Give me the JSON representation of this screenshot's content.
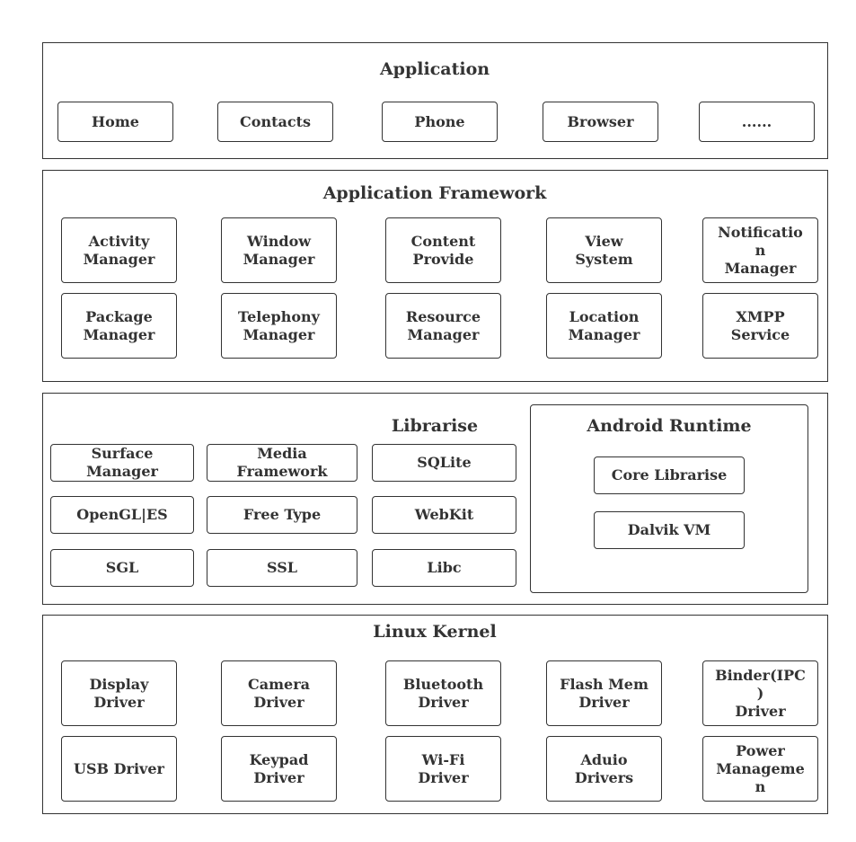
{
  "layers": {
    "application": {
      "title": "Application",
      "boxes": [
        "Home",
        "Contacts",
        "Phone",
        "Browser",
        "......"
      ]
    },
    "framework": {
      "title": "Application Framework",
      "boxes": [
        "Activity\nManager",
        "Window\nManager",
        "Content\nProvide",
        "View\nSystem",
        "Notificatio\nn\nManager",
        "Package\nManager",
        "Telephony\nManager",
        "Resource\nManager",
        "Location\nManager",
        "XMPP\nService"
      ]
    },
    "libraries": {
      "title": "Librarise",
      "boxes": [
        "Surface\nManager",
        "Media\nFramework",
        "SQLite",
        "OpenGL|ES",
        "Free Type",
        "WebKit",
        "SGL",
        "SSL",
        "Libc"
      ]
    },
    "runtime": {
      "title": "Android Runtime",
      "boxes": [
        "Core Librarise",
        "Dalvik VM"
      ]
    },
    "kernel": {
      "title": "Linux Kernel",
      "boxes": [
        "Display\nDriver",
        "Camera\nDriver",
        "Bluetooth\nDriver",
        "Flash Mem\nDriver",
        "Binder(IPC\n)\nDriver",
        "USB Driver",
        "Keypad\nDriver",
        "Wi-Fi\nDriver",
        "Aduio\nDrivers",
        "Power\nManageme\nn"
      ]
    }
  }
}
